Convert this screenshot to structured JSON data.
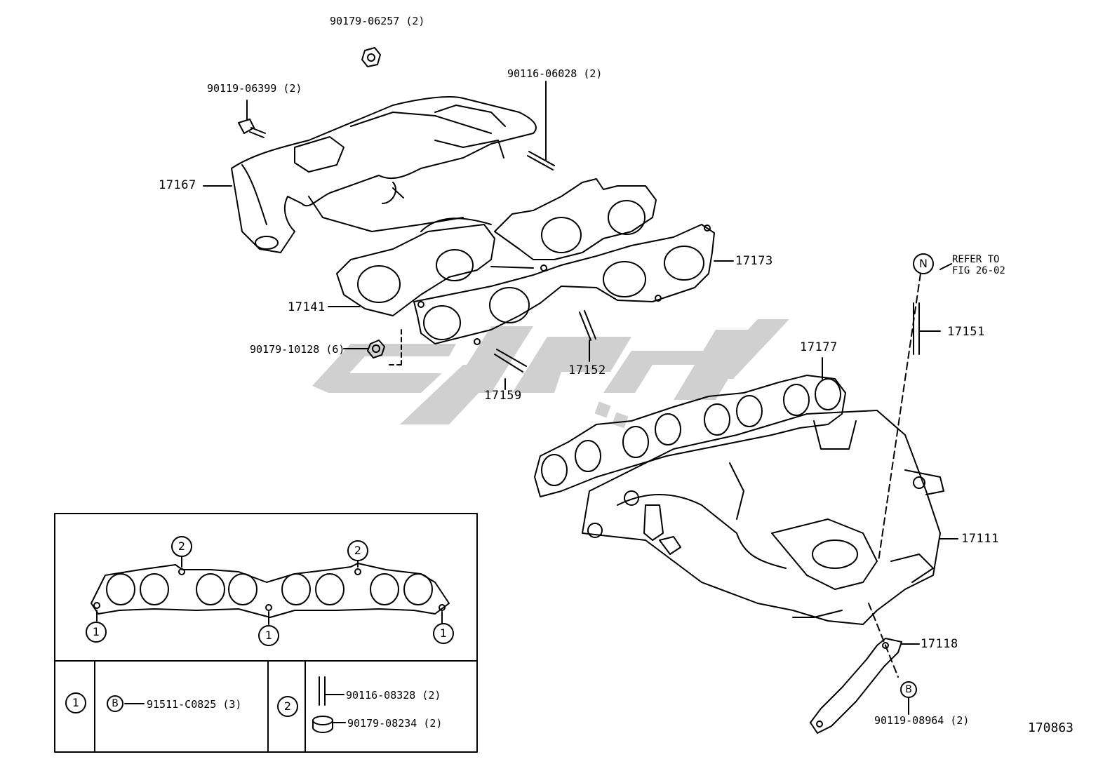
{
  "diagram": {
    "figure_number": "170863",
    "parts": {
      "p1": "90179-06257 (2)",
      "p2": "90119-06399 (2)",
      "p3": "90116-06028 (2)",
      "p4": "17167",
      "p5": "17173",
      "p6": "17141",
      "p7": "90179-10128 (6)",
      "p8": "17152",
      "p9": "17159",
      "p10": "17177",
      "p11": "17151",
      "p12": "17111",
      "p13": "17118",
      "p14": "90119-08964 (2)"
    },
    "refer": {
      "circle": "N",
      "line1": "REFER TO",
      "line2": "FIG 26-02"
    },
    "b_callout": "B",
    "inset": {
      "markers": {
        "one": "1",
        "two": "2"
      },
      "legend": {
        "row1_key": "1",
        "row1_circle": "B",
        "row1_part": "91511-C0825 (3)",
        "row2_key": "2",
        "row2_part_a": "90116-08328 (2)",
        "row2_part_b": "90179-08234 (2)"
      }
    }
  },
  "colors": {
    "line": "#000000",
    "watermark": "#c8c8c8"
  }
}
